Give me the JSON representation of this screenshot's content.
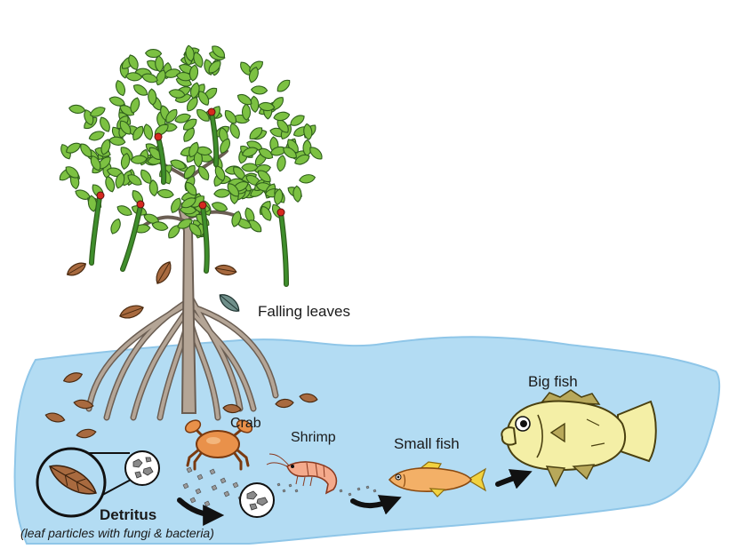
{
  "labels": {
    "falling_leaves": "Falling leaves",
    "crab": "Crab",
    "shrimp": "Shrimp",
    "small_fish": "Small fish",
    "big_fish": "Big fish",
    "detritus": "Detritus",
    "detritus_note": "(leaf particles with fungi & bacteria)"
  },
  "colors": {
    "water": "#b3dcf3",
    "water_edge": "#8fc6e8",
    "trunk": "#b4a596",
    "trunk_outline": "#6b5e53",
    "leaf": "#7cc142",
    "leaf_outline": "#2f5f1c",
    "propagule": "#3f8f2c",
    "flower": "#d6291f",
    "dead_leaf": "#a86a3f",
    "crab": "#e9914a",
    "shrimp": "#f4aa8c",
    "small_fish": "#f3b067",
    "small_fish_fin": "#f2d23f",
    "big_fish": "#f4efa6",
    "big_fish_fin": "#b8a85a",
    "arrow": "#111111",
    "particle": "#9a9a9a"
  },
  "flow": [
    "Falling leaves",
    "Detritus",
    "Crab",
    "Shrimp",
    "Small fish",
    "Big fish"
  ]
}
